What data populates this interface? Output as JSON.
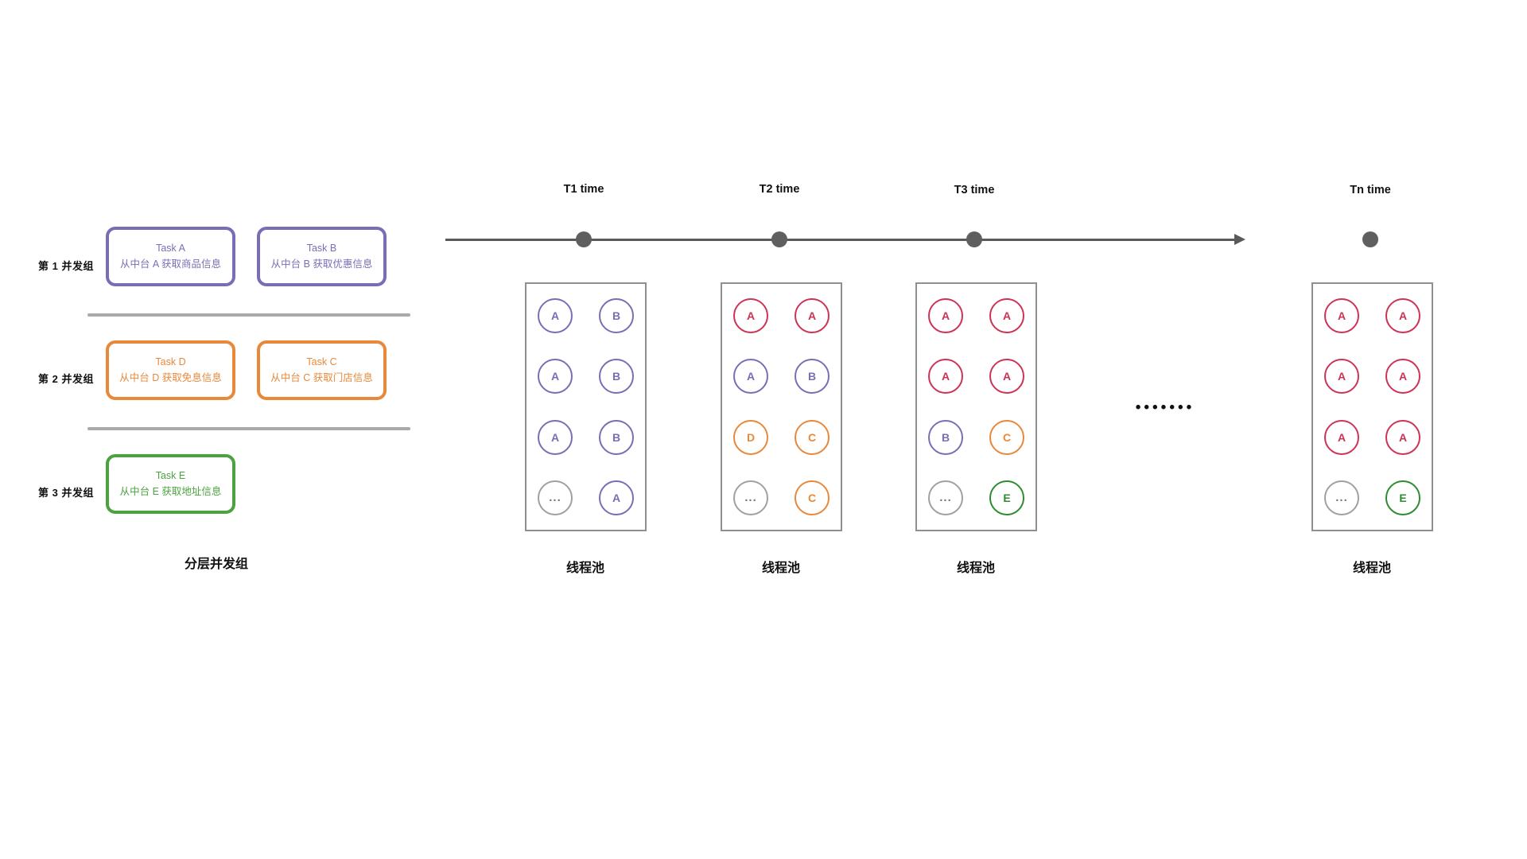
{
  "left": {
    "caption": "分层并发组",
    "groups": [
      {
        "label": "第 1 并发组",
        "color": "#7b6db5",
        "tasks": [
          {
            "title": "Task A",
            "desc": "从中台 A 获取商品信息"
          },
          {
            "title": "Task B",
            "desc": "从中台 B 获取优惠信息"
          }
        ]
      },
      {
        "label": "第 2 并发组",
        "color": "#e8883a",
        "tasks": [
          {
            "title": "Task D",
            "desc": "从中台 D 获取免息信息"
          },
          {
            "title": "Task C",
            "desc": "从中台 C 获取门店信息"
          }
        ]
      },
      {
        "label": "第 3 并发组",
        "color": "#4aa33f",
        "tasks": [
          {
            "title": "Task E",
            "desc": "从中台 E 获取地址信息"
          }
        ]
      }
    ]
  },
  "right": {
    "ellipsis": "•••••••",
    "timeline": {
      "ticks": [
        {
          "label": "T1 time"
        },
        {
          "label": "T2 time"
        },
        {
          "label": "T3 time"
        },
        {
          "label": "Tn time"
        }
      ]
    },
    "pools": [
      {
        "caption": "线程池",
        "rows": [
          [
            {
              "text": "A",
              "color": "purple"
            },
            {
              "text": "B",
              "color": "purple"
            }
          ],
          [
            {
              "text": "A",
              "color": "purple"
            },
            {
              "text": "B",
              "color": "purple"
            }
          ],
          [
            {
              "text": "A",
              "color": "purple"
            },
            {
              "text": "B",
              "color": "purple"
            }
          ],
          [
            {
              "text": "...",
              "color": "gray"
            },
            {
              "text": "A",
              "color": "purple"
            }
          ]
        ]
      },
      {
        "caption": "线程池",
        "rows": [
          [
            {
              "text": "A",
              "color": "red"
            },
            {
              "text": "A",
              "color": "red"
            }
          ],
          [
            {
              "text": "A",
              "color": "purple"
            },
            {
              "text": "B",
              "color": "purple"
            }
          ],
          [
            {
              "text": "D",
              "color": "orange"
            },
            {
              "text": "C",
              "color": "orange"
            }
          ],
          [
            {
              "text": "...",
              "color": "gray"
            },
            {
              "text": "C",
              "color": "orange"
            }
          ]
        ]
      },
      {
        "caption": "线程池",
        "rows": [
          [
            {
              "text": "A",
              "color": "red"
            },
            {
              "text": "A",
              "color": "red"
            }
          ],
          [
            {
              "text": "A",
              "color": "red"
            },
            {
              "text": "A",
              "color": "red"
            }
          ],
          [
            {
              "text": "B",
              "color": "purple"
            },
            {
              "text": "C",
              "color": "orange"
            }
          ],
          [
            {
              "text": "...",
              "color": "gray"
            },
            {
              "text": "E",
              "color": "green"
            }
          ]
        ]
      },
      {
        "caption": "线程池",
        "rows": [
          [
            {
              "text": "A",
              "color": "red"
            },
            {
              "text": "A",
              "color": "red"
            }
          ],
          [
            {
              "text": "A",
              "color": "red"
            },
            {
              "text": "A",
              "color": "red"
            }
          ],
          [
            {
              "text": "A",
              "color": "red"
            },
            {
              "text": "A",
              "color": "red"
            }
          ],
          [
            {
              "text": "...",
              "color": "gray"
            },
            {
              "text": "E",
              "color": "green"
            }
          ]
        ]
      }
    ]
  },
  "palette": {
    "purple": "#7b6db5",
    "orange": "#e8883a",
    "green": "#4aa33f",
    "red": "#cc3355",
    "gray": "#9a9a9a",
    "axis": "#5a5a5a"
  }
}
